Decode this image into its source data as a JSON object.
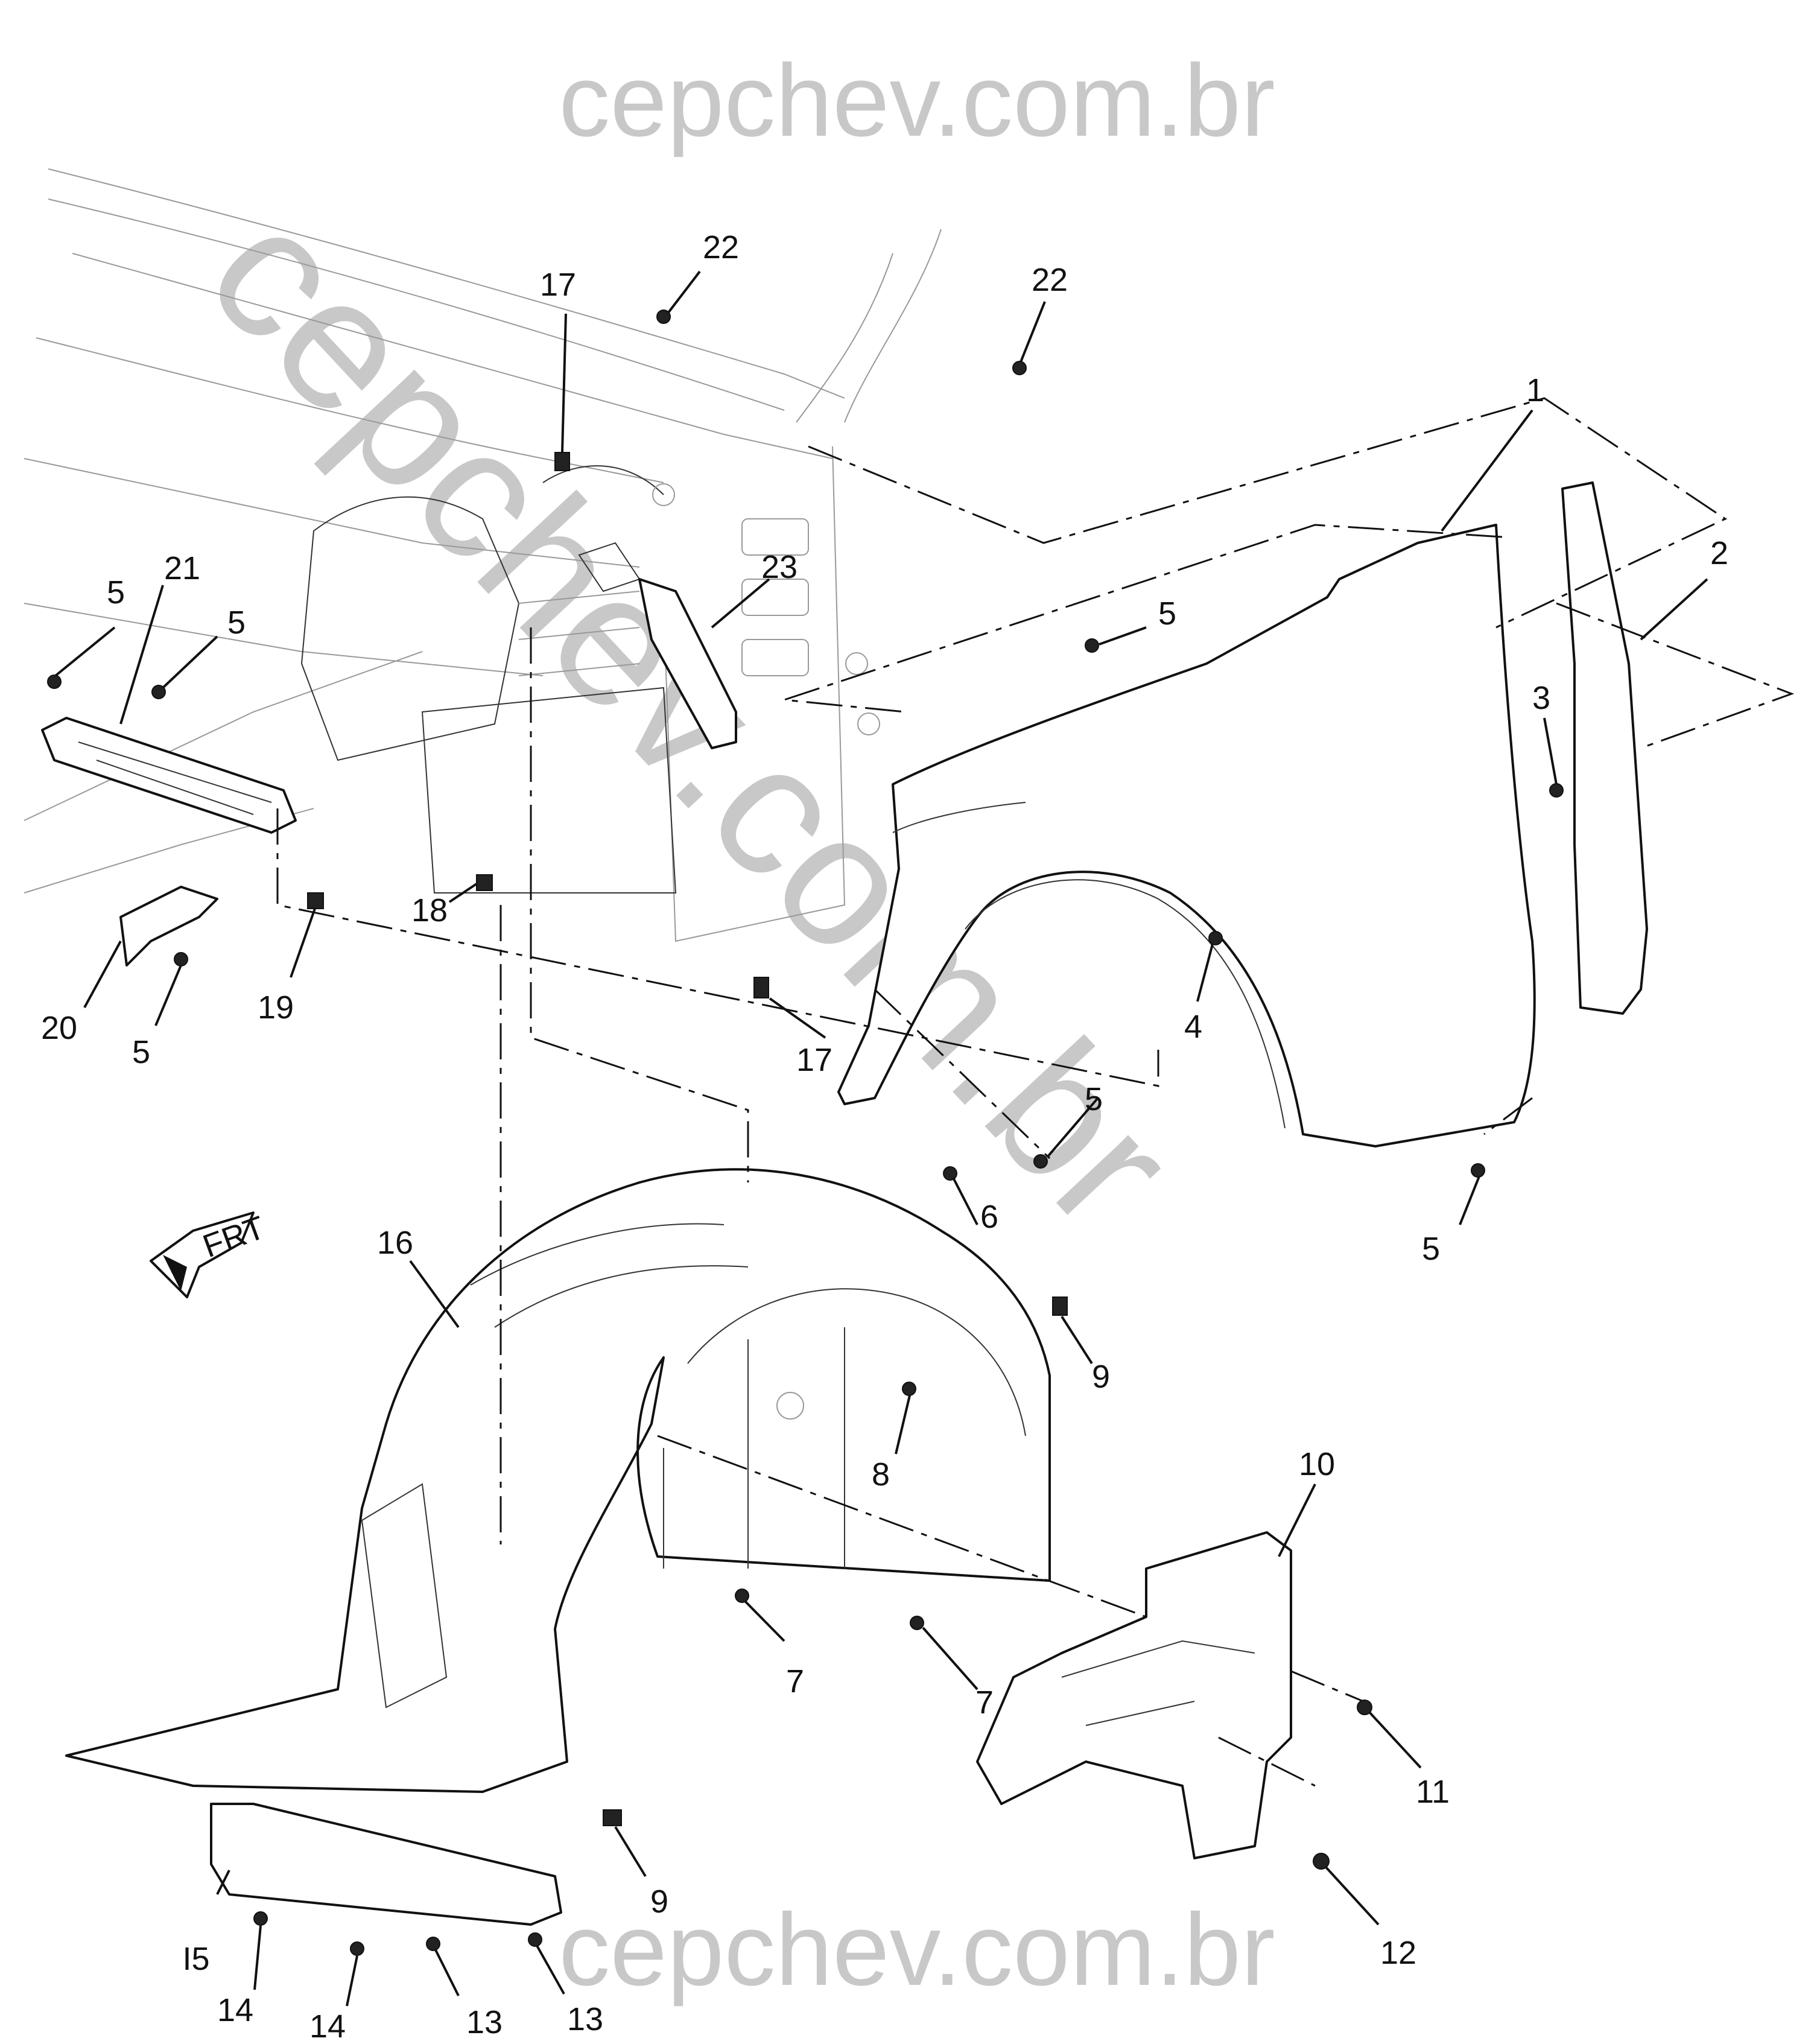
{
  "watermark": {
    "top": "cepchev.com.br",
    "bottom": "cepchev.com.br",
    "diagonal": "cepchev.com.br"
  },
  "direction_marker": {
    "label": "FRT",
    "icon": "front-arrow-icon"
  },
  "callouts": [
    {
      "id": "c1",
      "label": "1"
    },
    {
      "id": "c2",
      "label": "2"
    },
    {
      "id": "c3",
      "label": "3"
    },
    {
      "id": "c4",
      "label": "4"
    },
    {
      "id": "c5a",
      "label": "5"
    },
    {
      "id": "c5b",
      "label": "5"
    },
    {
      "id": "c5c",
      "label": "5"
    },
    {
      "id": "c5d",
      "label": "5"
    },
    {
      "id": "c5e",
      "label": "5"
    },
    {
      "id": "c5f",
      "label": "5"
    },
    {
      "id": "c6",
      "label": "6"
    },
    {
      "id": "c7a",
      "label": "7"
    },
    {
      "id": "c7b",
      "label": "7"
    },
    {
      "id": "c8",
      "label": "8"
    },
    {
      "id": "c9a",
      "label": "9"
    },
    {
      "id": "c9b",
      "label": "9"
    },
    {
      "id": "c10",
      "label": "10"
    },
    {
      "id": "c11",
      "label": "11"
    },
    {
      "id": "c12",
      "label": "12"
    },
    {
      "id": "c13a",
      "label": "13"
    },
    {
      "id": "c13b",
      "label": "13"
    },
    {
      "id": "c14a",
      "label": "14"
    },
    {
      "id": "c14b",
      "label": "14"
    },
    {
      "id": "c15",
      "label": "I5"
    },
    {
      "id": "c16",
      "label": "16"
    },
    {
      "id": "c17a",
      "label": "17"
    },
    {
      "id": "c17b",
      "label": "17"
    },
    {
      "id": "c18",
      "label": "18"
    },
    {
      "id": "c19",
      "label": "19"
    },
    {
      "id": "c20",
      "label": "20"
    },
    {
      "id": "c21",
      "label": "21"
    },
    {
      "id": "c22a",
      "label": "22"
    },
    {
      "id": "c22b",
      "label": "22"
    },
    {
      "id": "c23",
      "label": "23"
    }
  ]
}
